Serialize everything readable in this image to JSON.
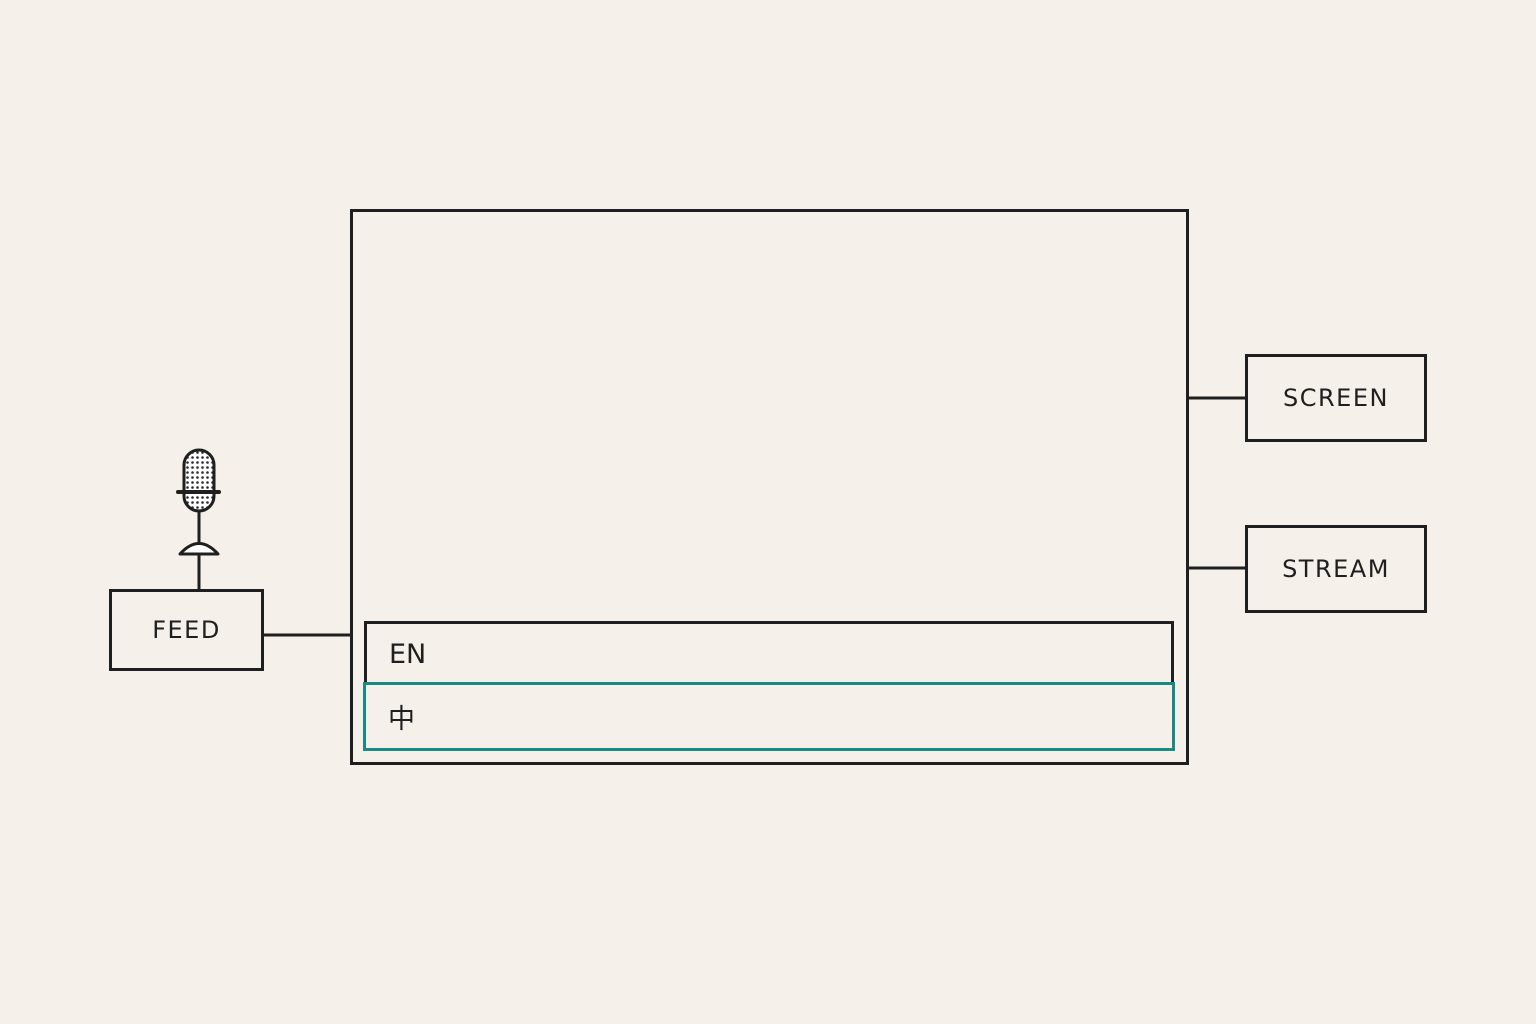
{
  "colors": {
    "background": "#f5f0e9",
    "stroke": "#1f1f1f",
    "accent": "#1a8a84"
  },
  "nodes": {
    "feed": "FEED",
    "screen": "SCREEN",
    "stream": "STREAM"
  },
  "captions": {
    "english": "EN",
    "chinese": "中"
  },
  "icons": {
    "source": "microphone-icon"
  }
}
